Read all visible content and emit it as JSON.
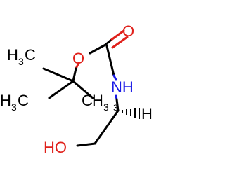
{
  "colors": {
    "carbon": "#000000",
    "oxygen": "#e0201a",
    "nitrogen": "#1a1ae6",
    "hydrogen": "#000000",
    "background": "#ffffff"
  },
  "atoms": {
    "carbonyl_oxygen": {
      "symbol": "O"
    },
    "ester_oxygen": {
      "symbol": "O"
    },
    "nitrogen": {
      "symbol": "N",
      "h": "H"
    },
    "hydroxyl": {
      "h": "H",
      "o": "O"
    },
    "alpha_h": {
      "symbol": "H"
    },
    "stereo_label": "3"
  },
  "methyl_groups": [
    {
      "h": "H",
      "sub": "3",
      "c": "C"
    },
    {
      "h": "H",
      "sub": "3",
      "c": "C"
    },
    {
      "c": "C",
      "h": "H",
      "sub": "3"
    }
  ]
}
